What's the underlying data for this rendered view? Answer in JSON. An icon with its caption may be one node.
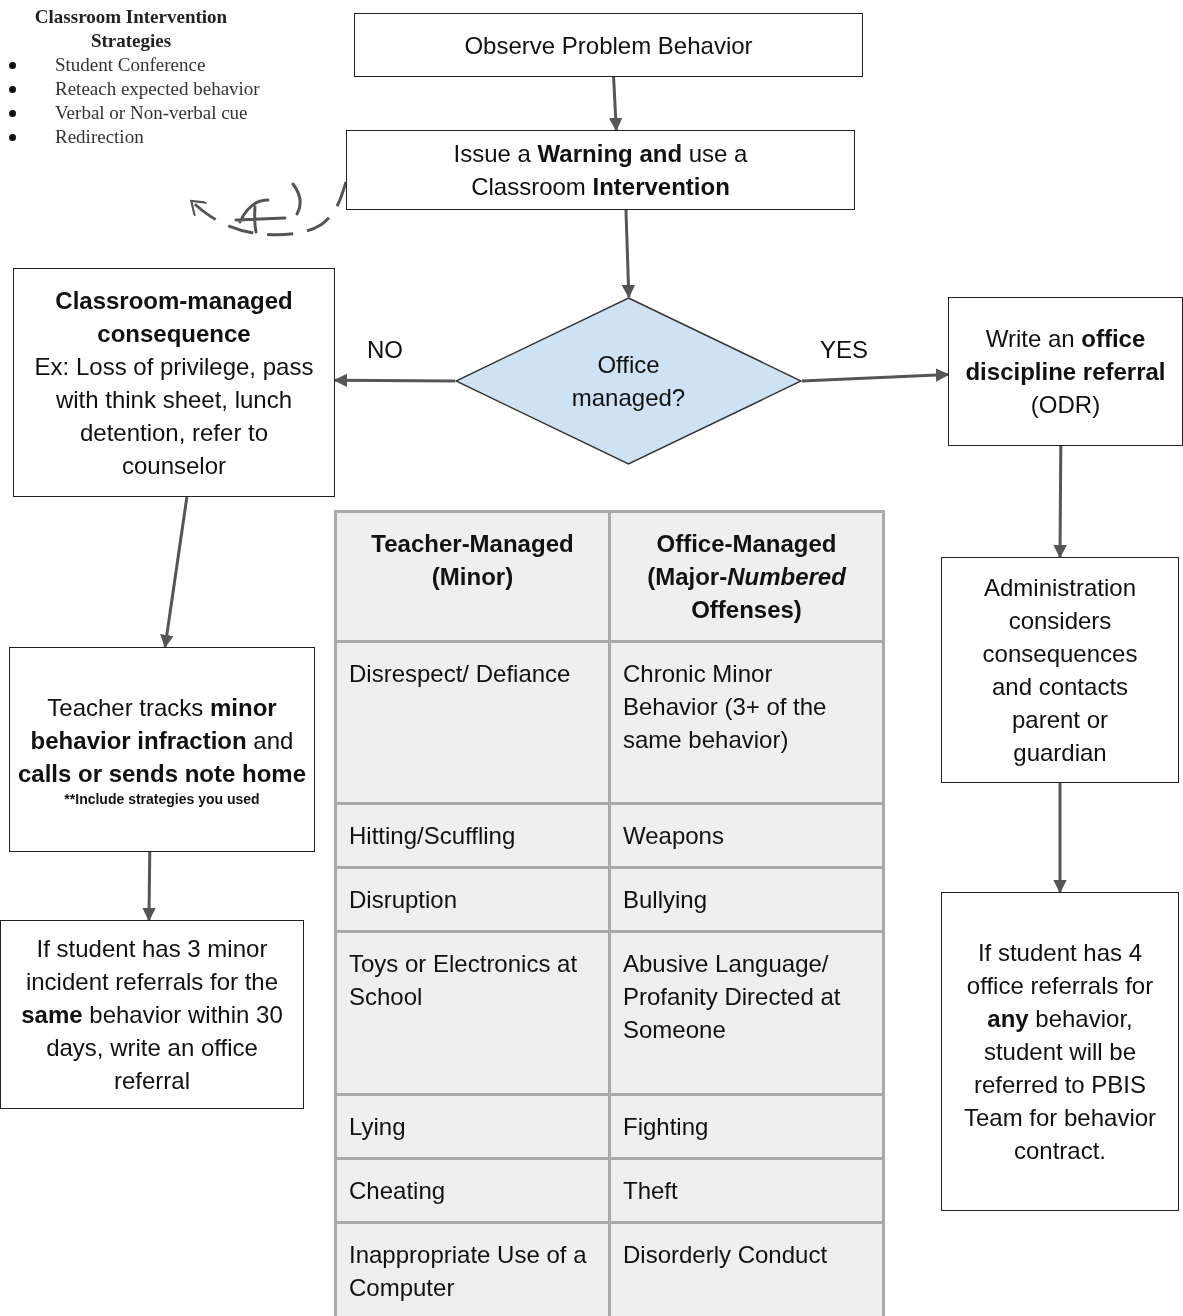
{
  "diagram": {
    "nodes": [
      {
        "text": [
          "Classroom Intervention Strategies",
          "Student Conference",
          "Reteach expected behavior",
          "Verbal or Non-verbal cue",
          "Redirection"
        ]
      },
      {
        "text": [
          "Observe Problem Behavior"
        ]
      },
      {
        "text": [
          "Issue a **Warning and** use a Classroom **Intervention**"
        ]
      },
      {
        "text": [
          "Office managed?"
        ]
      },
      {
        "text": [
          "Classroom-managed consequence",
          "Ex: Loss of privilege, pass with think sheet, lunch detention, refer to counselor"
        ]
      },
      {
        "text": [
          "Write an **office discipline referral** (ODR)"
        ]
      },
      {
        "text": [
          "Teacher tracks **minor behavior infraction** and **calls or sends note home**",
          "**Include strategies you used"
        ]
      },
      {
        "text": [
          "If student has 3 minor incident referrals for the **same** behavior within 30 days, write an office referral"
        ]
      },
      {
        "text": [
          "Administration considers consequences and contacts parent or guardian"
        ]
      },
      {
        "text": [
          "If student has 4 office referrals for **any** behavior, student will be referred to PBIS Team for behavior contract."
        ]
      }
    ],
    "edges": [
      {
        "from": 1,
        "to": 2,
        "arrow": "to"
      },
      {
        "from": 2,
        "to": 3,
        "arrow": "to"
      },
      {
        "from": 3,
        "to": 4,
        "arrow": "to",
        "label": "NO"
      },
      {
        "from": 3,
        "to": 5,
        "arrow": "to",
        "label": "YES"
      },
      {
        "from": 4,
        "to": 6,
        "arrow": "to"
      },
      {
        "from": 6,
        "to": 7,
        "arrow": "to"
      },
      {
        "from": 5,
        "to": 8,
        "arrow": "to"
      },
      {
        "from": 8,
        "to": 9,
        "arrow": "to"
      },
      {
        "from": 2,
        "to": 0,
        "arrow": "to",
        "style": "dashed"
      }
    ],
    "labels": [
      "Teacher-Managed (Minor)",
      "Office-Managed (Major-*Numbered* Offenses)",
      "Disrespect/ Defiance",
      "Chronic Minor Behavior (3+ of the same behavior)",
      "Hitting/Scuffling",
      "Weapons",
      "Disruption",
      "Bullying",
      "Toys or Electronics at School",
      "Abusive Language/ Profanity Directed at Someone",
      "Lying",
      "Fighting",
      "Cheating",
      "Theft",
      "Inappropriate Use of a Computer",
      "Disorderly Conduct"
    ]
  }
}
